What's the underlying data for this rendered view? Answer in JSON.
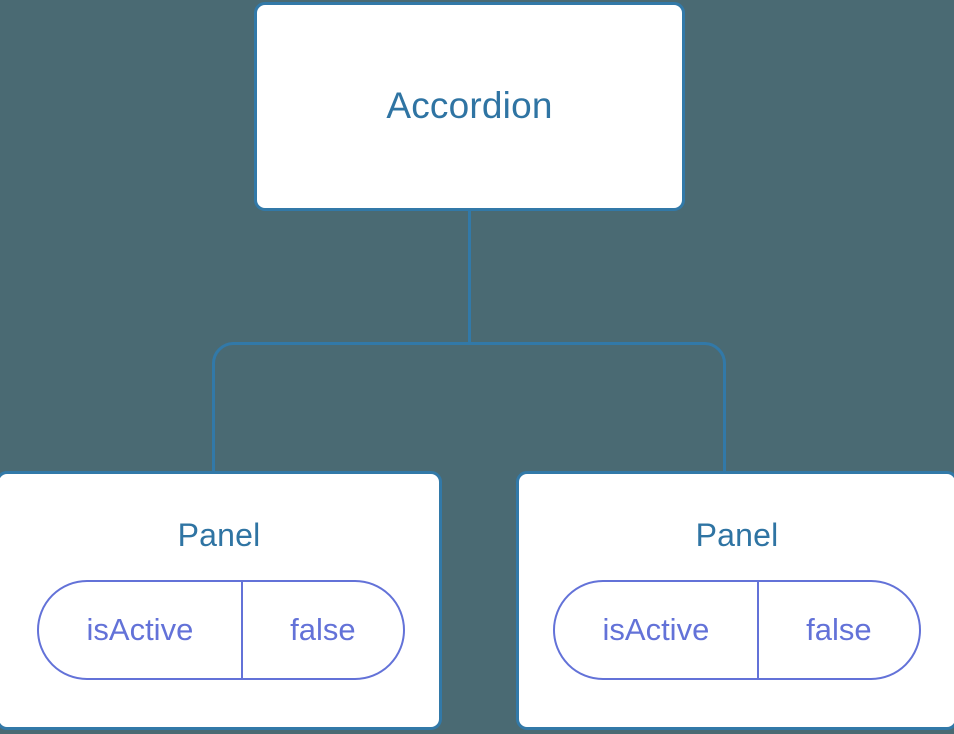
{
  "diagram": {
    "type": "component-tree",
    "background_color": "#4a6a73",
    "node_border_color": "#3279a8",
    "node_title_color": "#2f74a3",
    "prop_color": "#6372d8",
    "connector_color": "#3279a8",
    "root": {
      "title": "Accordion"
    },
    "children": [
      {
        "title": "Panel",
        "props": [
          {
            "key": "isActive",
            "value": "false"
          }
        ]
      },
      {
        "title": "Panel",
        "props": [
          {
            "key": "isActive",
            "value": "false"
          }
        ]
      }
    ]
  }
}
